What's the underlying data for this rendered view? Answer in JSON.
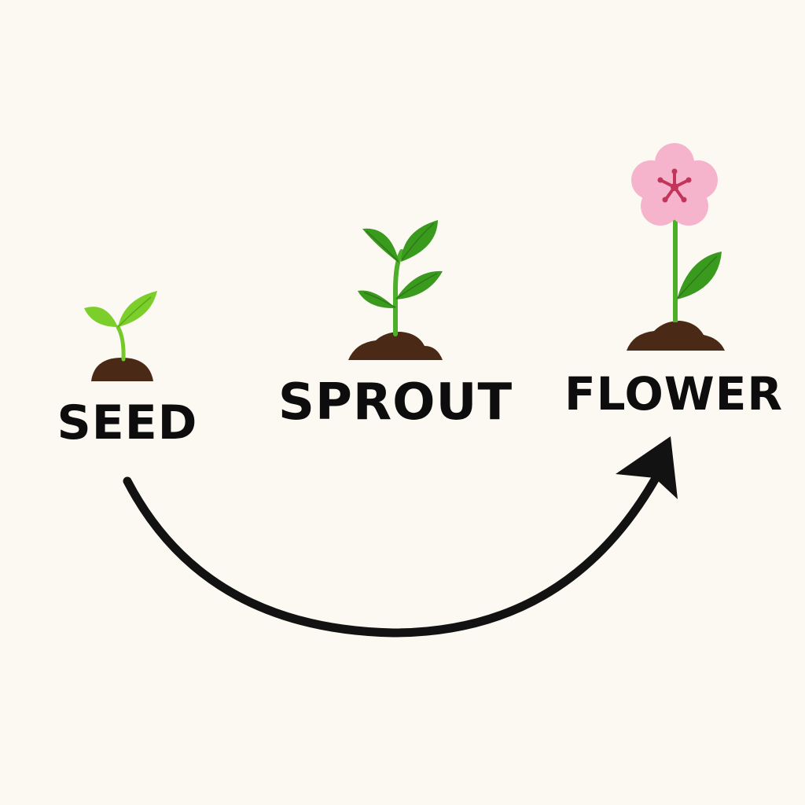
{
  "diagram": {
    "stages": [
      {
        "id": "seed",
        "label": "SEED"
      },
      {
        "id": "sprout",
        "label": "SPROUT"
      },
      {
        "id": "flower",
        "label": "FLOWER"
      }
    ],
    "arrow": {
      "from": "seed",
      "to": "flower",
      "direction": "left-to-right curved"
    }
  },
  "colors": {
    "background": "#fcf9f3",
    "seedling_green": "#7ccf2a",
    "leaf_green": "#3a9a1e",
    "stem_green": "#4caf2a",
    "soil": "#4a2a16",
    "petal_pink": "#f6b3cc",
    "flower_center": "#c2345a",
    "arrow": "#121212",
    "text": "#0d0d0d"
  },
  "icons": [
    "seedling-icon",
    "sprout-icon",
    "flower-icon",
    "curved-arrow-icon"
  ]
}
